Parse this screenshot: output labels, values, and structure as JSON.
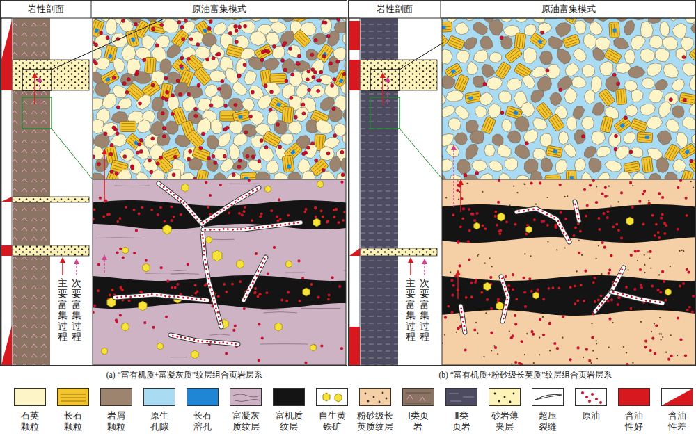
{
  "diagram": {
    "labels": [
      "岩性剖面",
      "原油富集模式",
      "岩性剖面",
      "原油富集模式",
      "主要富集过程",
      "次要富集过程",
      "主要富集过程",
      "次要富集过程",
      "(a) “富有机质+富凝灰质”纹层组合页岩层系",
      "(b) “富有机质+粉砂级长英质”纹层组合页岩层系"
    ],
    "legend": [
      {
        "text": "石英颗粒",
        "color": "#fdf4c8"
      },
      {
        "text": "长石颗粒",
        "color": "#f4c42c"
      },
      {
        "text": "岩屑颗粒",
        "color": "#9c846e"
      },
      {
        "text": "原生孔隙",
        "color": "#a9dcf2"
      },
      {
        "text": "长石溶孔",
        "color": "#1f86d6"
      },
      {
        "text": "富凝灰质纹层",
        "color": "#cdb3c3"
      },
      {
        "text": "富机质纹层",
        "color": "#141414"
      },
      {
        "text": "自生黄铁矿"
      },
      {
        "text": "粉砂级长英质纹层",
        "color": "#f5cfa6"
      },
      {
        "text": "Ⅰ类页岩",
        "color": "#8c7464"
      },
      {
        "text": "Ⅱ类页岩",
        "color": "#4c4b60"
      },
      {
        "text": "砂岩薄夹层",
        "color": "#fdf2b8"
      },
      {
        "text": "超压裂缝"
      },
      {
        "text": "原油"
      },
      {
        "text": "含油性好",
        "color": "#d7181f"
      },
      {
        "text": "含油性差"
      }
    ]
  }
}
